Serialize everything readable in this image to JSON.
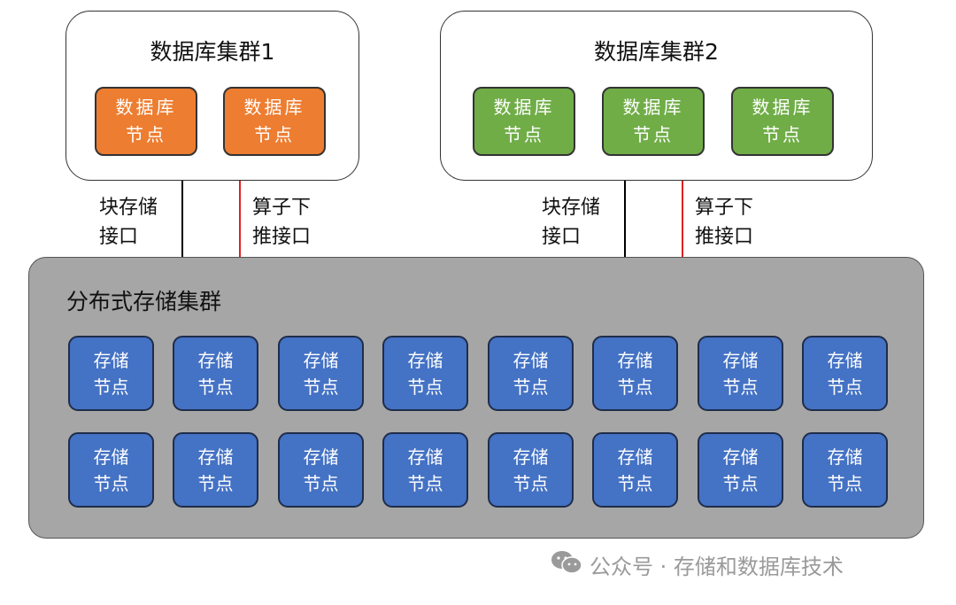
{
  "cluster1": {
    "title": "数据库集群1",
    "nodes": [
      [
        "数据库",
        "节点"
      ],
      [
        "数据库",
        "节点"
      ]
    ],
    "color": "#ed7d31"
  },
  "cluster2": {
    "title": "数据库集群2",
    "nodes": [
      [
        "数据库",
        "节点"
      ],
      [
        "数据库",
        "节点"
      ],
      [
        "数据库",
        "节点"
      ]
    ],
    "color": "#70ad47"
  },
  "interfaces": {
    "block": [
      "块存储",
      "接口"
    ],
    "pushdown": [
      "算子下",
      "推接口"
    ],
    "block_line_color": "#000000",
    "pushdown_line_color": "#e02020"
  },
  "storage": {
    "title": "分布式存储集群",
    "node_line1": "存储",
    "node_line2": "节点",
    "rows": 2,
    "cols": 8,
    "color": "#4472c4"
  },
  "watermark": {
    "icon": "wechat-icon",
    "text": "公众号 · 存储和数据库技术"
  }
}
